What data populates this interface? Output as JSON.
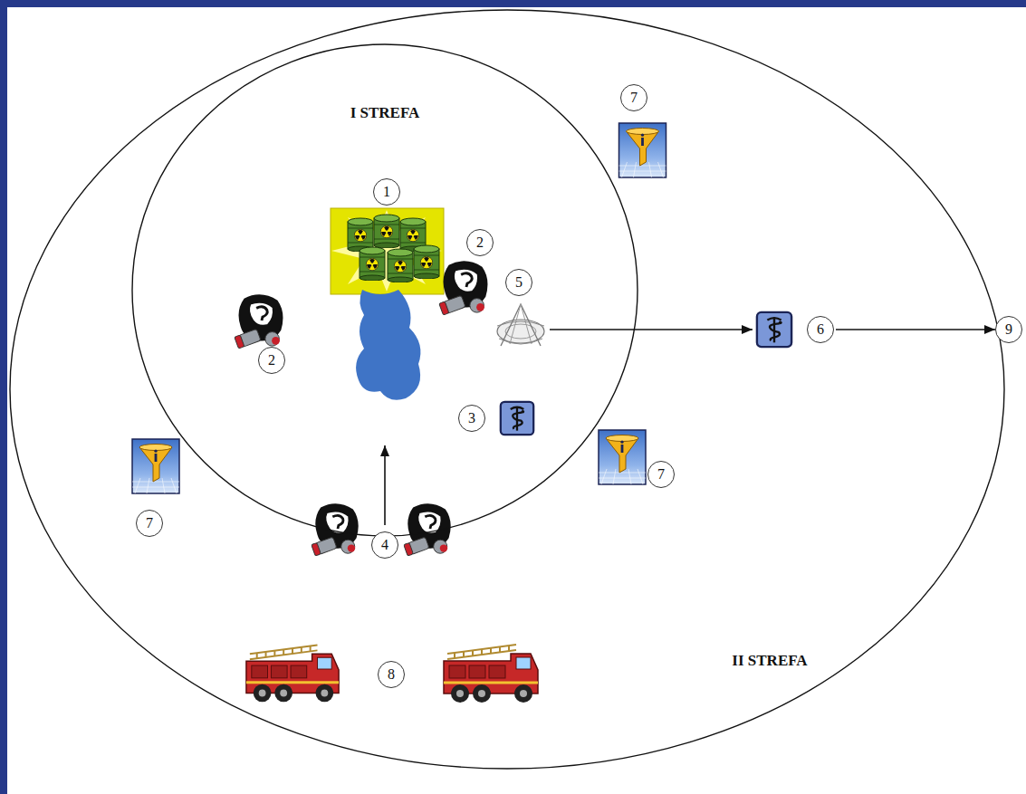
{
  "diagram": {
    "nodes": [
      {
        "text": [
          "II STREFA"
        ]
      },
      {
        "text": [
          "I STREFA"
        ],
        "in": 0
      },
      {
        "text": [
          "7"
        ],
        "in": 0
      },
      {
        "text": [
          "1"
        ],
        "in": 1
      },
      {
        "text": [
          "2"
        ],
        "in": 1
      },
      {
        "text": [
          "5"
        ],
        "in": 1
      },
      {
        "text": [
          "6"
        ],
        "in": 0
      },
      {
        "text": [
          "2"
        ],
        "in": 1
      },
      {
        "text": [
          "3"
        ],
        "in": 1
      },
      {
        "text": [
          "7"
        ],
        "in": 0
      },
      {
        "text": [
          "7"
        ],
        "in": 0
      },
      {
        "text": [
          "4"
        ],
        "in": 0
      },
      {
        "text": [
          "8"
        ],
        "in": 0
      },
      {
        "text": [
          "9"
        ]
      }
    ],
    "edges": [
      {
        "from": 5,
        "to": 6,
        "arrow": "to"
      },
      {
        "from": 6,
        "to": 13,
        "arrow": "to"
      }
    ]
  }
}
